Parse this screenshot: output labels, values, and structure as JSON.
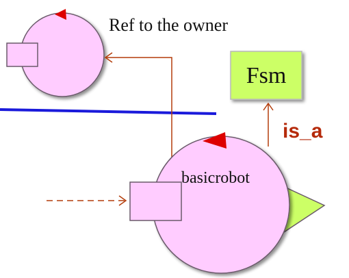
{
  "labels": {
    "owner_ref": "Ref to the owner",
    "fsm": "Fsm",
    "is_a": "is_a",
    "robot": "basicrobot"
  },
  "colors": {
    "circle_fill": "#ffccff",
    "circle_stroke": "#6a5a6a",
    "box_fill": "#ffccff",
    "box_stroke": "#6a5a6a",
    "fsm_fill": "#ccff66",
    "fsm_stroke": "#b8b8b8",
    "arrow": "#b33c0a",
    "is_a_text": "#b52a0a",
    "divider": "#1a1adb",
    "marker": "#dd0000",
    "cone_fill": "#ccff66"
  }
}
